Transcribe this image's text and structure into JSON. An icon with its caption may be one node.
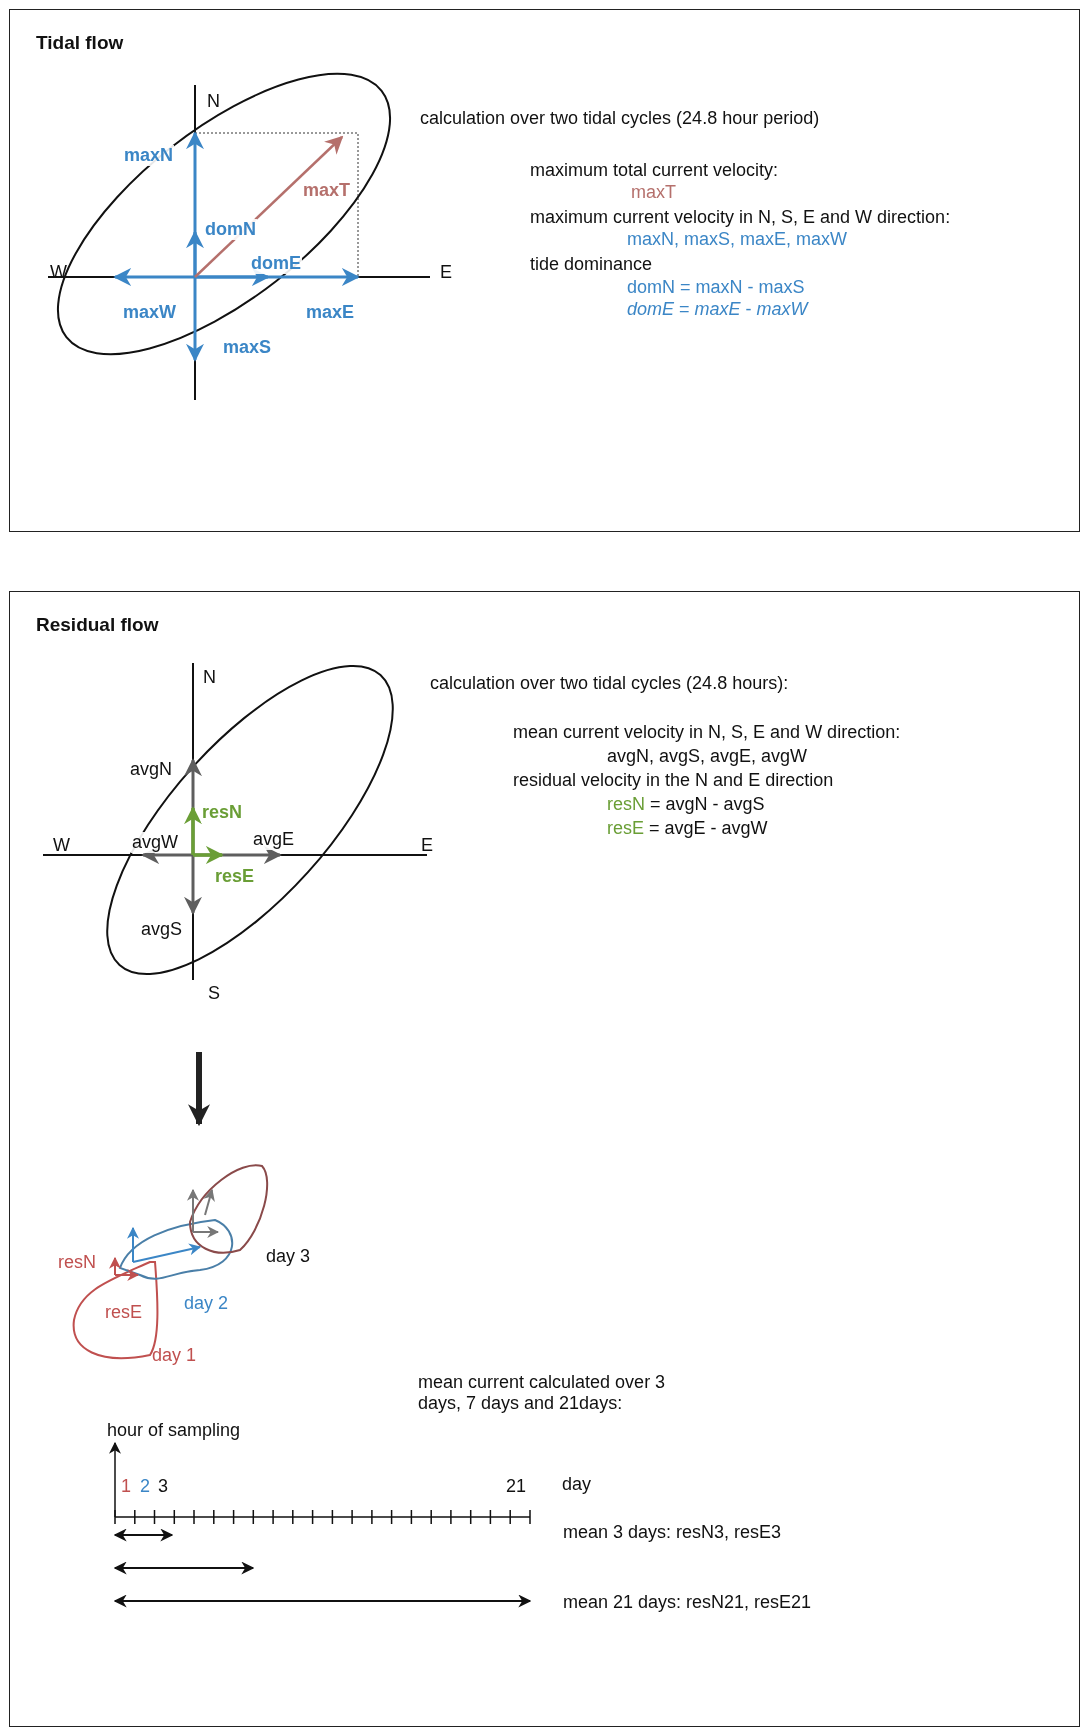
{
  "diagram": {
    "nodes": [
      {
        "text": [
          "Tidal flow"
        ]
      },
      {
        "text": [
          "Residual flow"
        ]
      }
    ],
    "labels": [
      "N",
      "maxN",
      "maxT",
      "domN",
      "W",
      "domE",
      "E",
      "maxW",
      "maxE",
      "maxS",
      "calculation over two tidal cycles (24.8 hour period)",
      "maximum total current velocity:",
      "maxT",
      "maximum current velocity in  N, S, E and W direction:",
      "maxN, maxS, maxE, maxW",
      "tide dominance",
      "domN = maxN - maxS",
      "*domE* = *maxE* - *maxW*",
      "N",
      "avgN",
      "resN",
      "W",
      "avgW",
      "avgE",
      "E",
      "resE",
      "avgS",
      "S",
      "calculation over two tidal cycles  (24.8 hours):",
      "mean current velocity in N, S, E and W direction:",
      "avgN, avgS, avgE, avgW",
      "residual velocity in the N and E direction",
      "resN = avgN - avgS",
      "resE = avgE - avgW",
      "resN",
      "resE",
      "day 3",
      "day 2",
      "day 1",
      "mean current calculated over 3 days, 7 days and 21days:",
      "hour of sampling",
      "1",
      "2",
      "3",
      "21",
      "day",
      "mean 3 days: resN3, resE3",
      "mean 21 days: resN21, resE21"
    ]
  }
}
